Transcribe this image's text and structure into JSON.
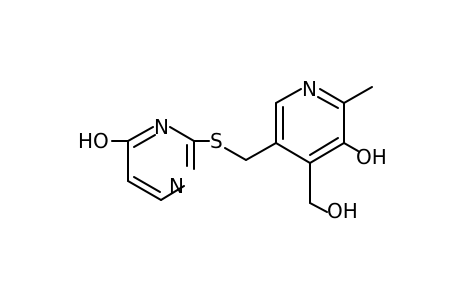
{
  "structure": {
    "labels": {
      "ho_left": "HO",
      "n_upper": "N",
      "n_lower": "N",
      "s": "S",
      "n_pyridine": "N",
      "oh_ring": "OH",
      "oh_ch2": "OH"
    }
  }
}
